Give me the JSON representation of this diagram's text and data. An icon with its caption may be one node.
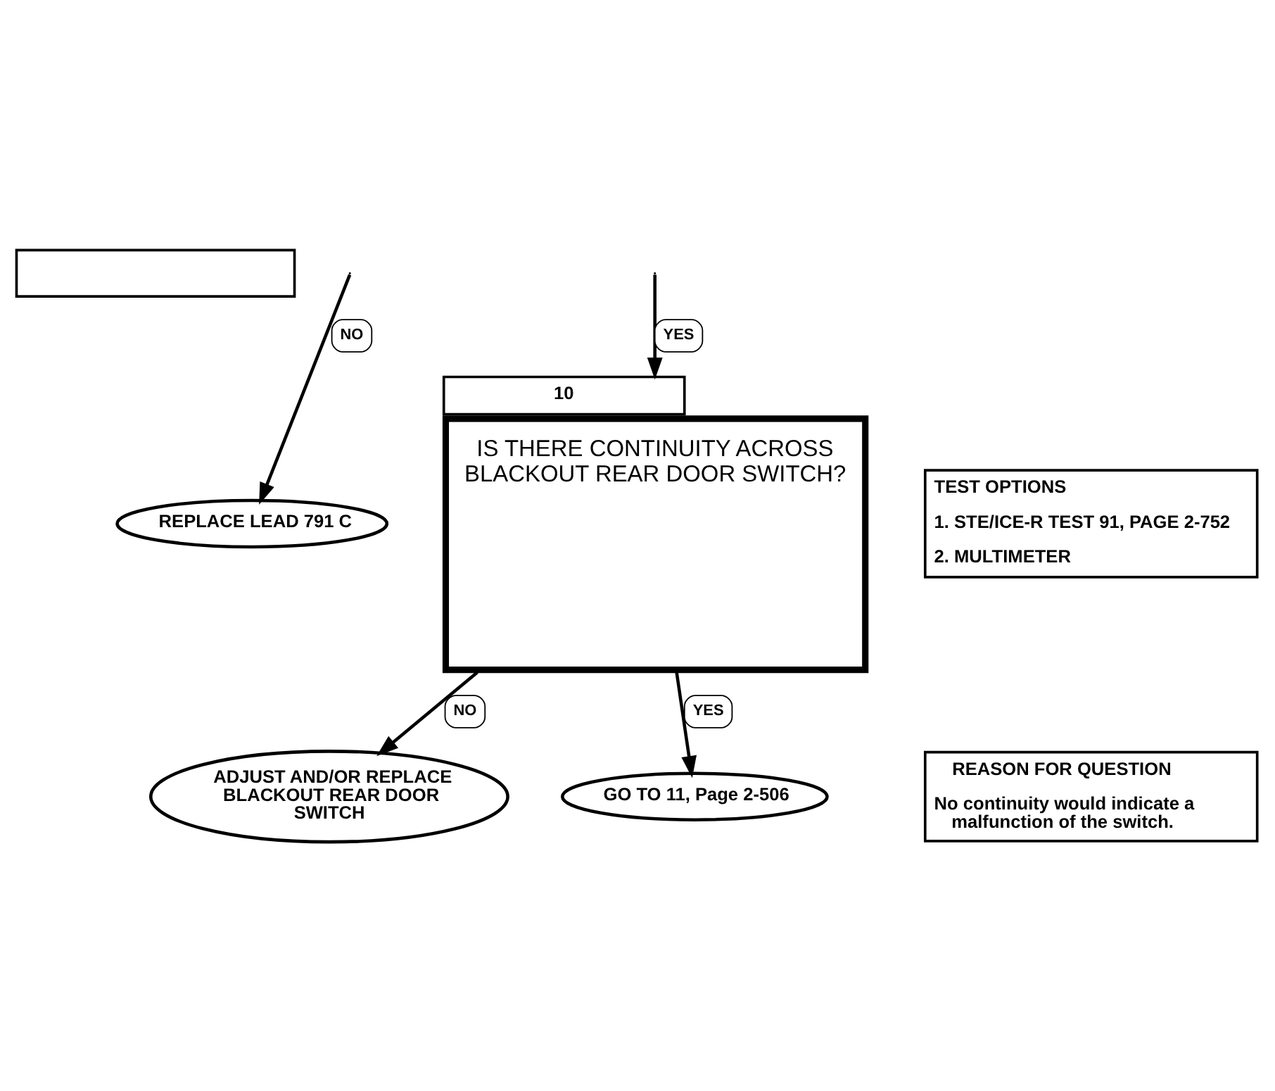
{
  "diagram": {
    "nodes": [
      {
        "text": [],
        "shape": "box"
      },
      {
        "text": [
          "REPLACE LEAD 791 C"
        ]
      },
      {
        "text": [
          "10",
          "IS THERE CONTINUITY ACROSS BLACKOUT REAR DOOR SWITCH?"
        ]
      },
      {
        "text": [
          "TEST OPTIONS",
          "1. STE/ICE-R TEST 91, PAGE 2-752",
          "2. MULTIMETER"
        ]
      },
      {
        "text": [
          "REASON FOR QUESTION",
          "No continuity would indicate a malfunction of the switch."
        ]
      },
      {
        "text": [
          "ADJUST AND/OR REPLACE BLACKOUT REAR DOOR SWITCH"
        ]
      },
      {
        "text": [
          "GO TO 11, Page 2-506"
        ]
      }
    ],
    "edges": [
      {
        "from": null,
        "to": 1,
        "arrow": "to",
        "label": "NO"
      },
      {
        "from": null,
        "to": 2,
        "arrow": "to",
        "label": "YES"
      },
      {
        "from": 2,
        "to": 5,
        "arrow": "to",
        "label": "NO"
      },
      {
        "from": 2,
        "to": 6,
        "arrow": "to",
        "label": "YES"
      }
    ]
  }
}
